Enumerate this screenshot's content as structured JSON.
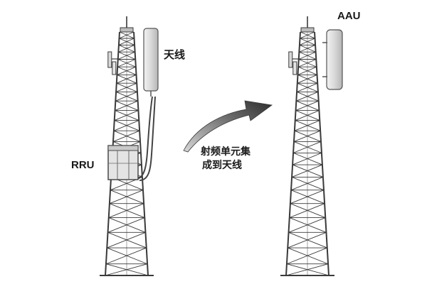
{
  "labels": {
    "antenna": "天线",
    "rru": "RRU",
    "aau": "AAU",
    "caption_line1": "射频单元集",
    "caption_line2": "成到天线"
  },
  "colors": {
    "background": "#ffffff",
    "line": "#3a3a3a",
    "equipment": "#d6d6d6",
    "arrow_dark": "#3c3c3c",
    "arrow_light": "#cfcfcf"
  }
}
